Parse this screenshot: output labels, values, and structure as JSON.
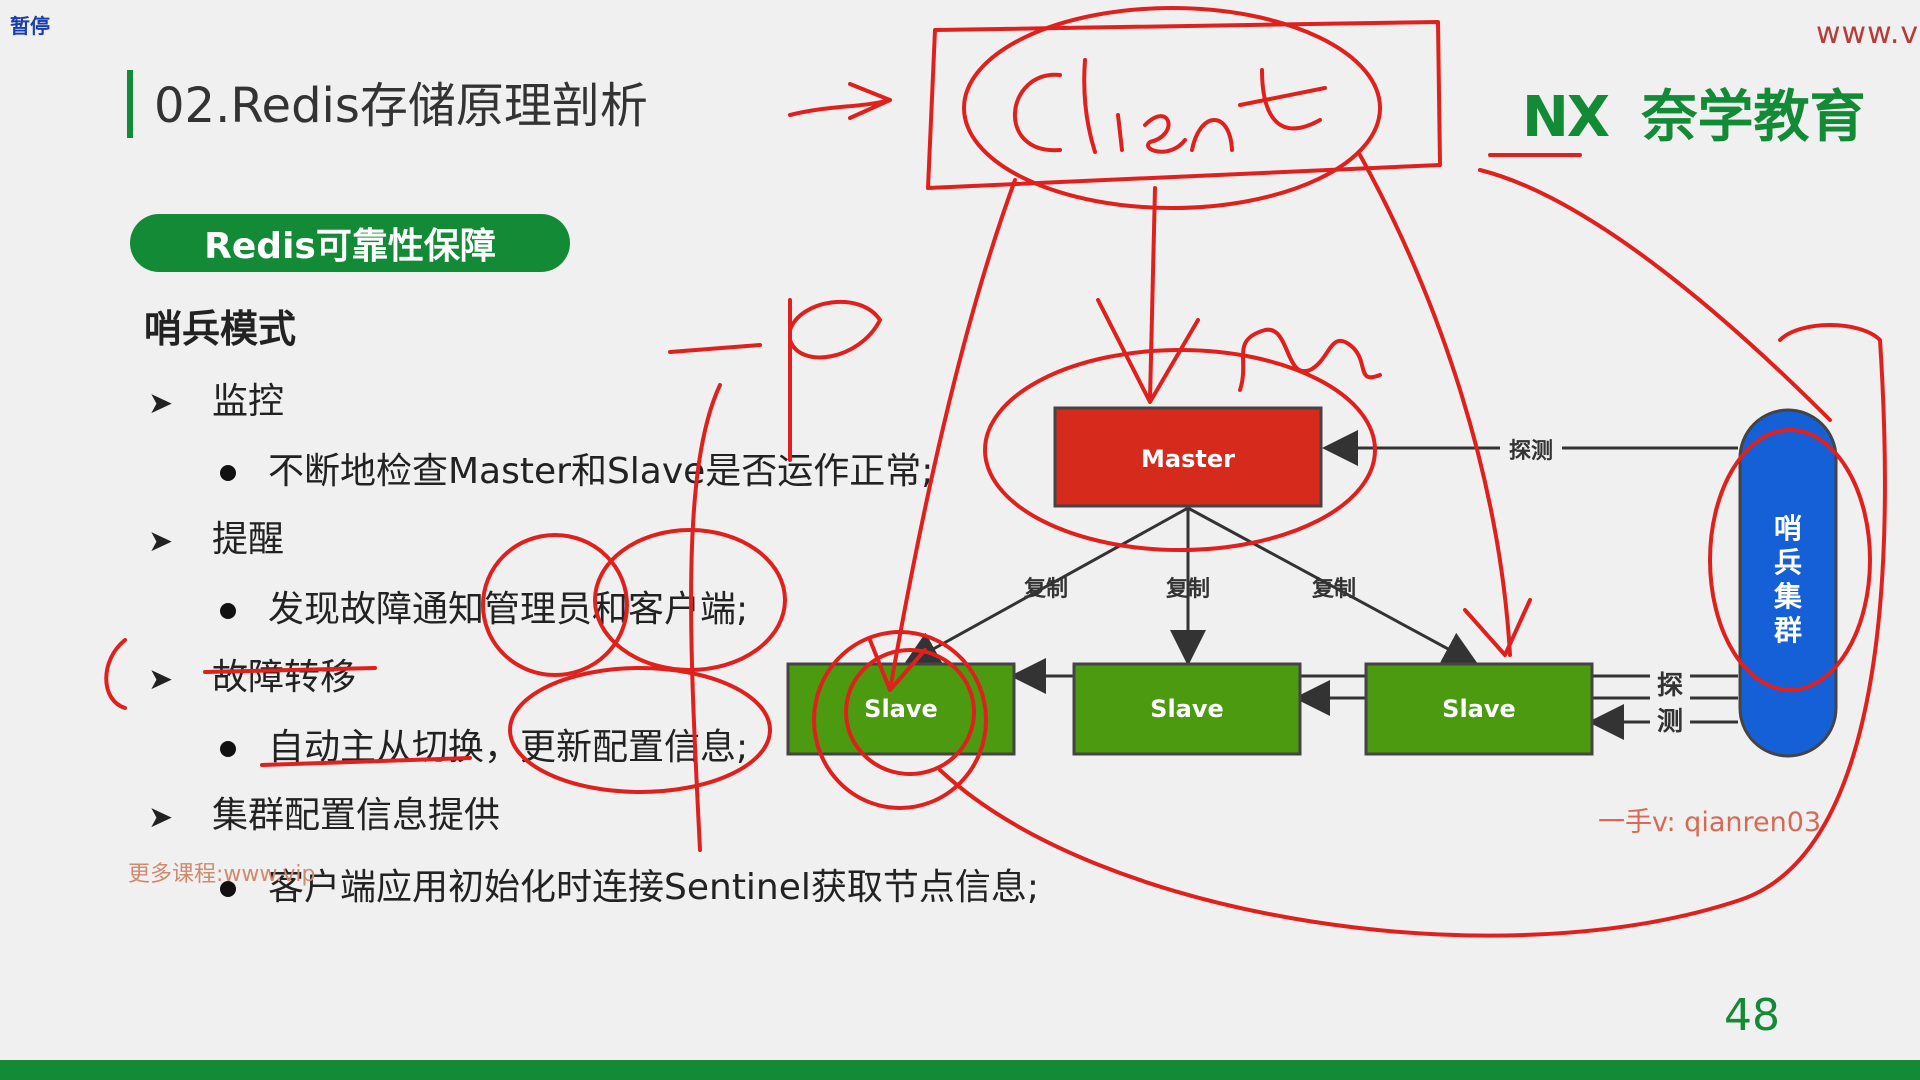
{
  "overlay": {
    "pause_label": "暂停",
    "url_fragment": "www.vi"
  },
  "header": {
    "title": "02.Redis存储原理剖析",
    "brand_mark": "NX",
    "brand_name": "奈学教育"
  },
  "section_pill": "Redis可靠性保障",
  "heading": "哨兵模式",
  "items": [
    {
      "label": "监控",
      "detail": "不断地检查Master和Slave是否运作正常;"
    },
    {
      "label": "提醒",
      "detail": "发现故障通知管理员和客户端;"
    },
    {
      "label": "故障转移",
      "detail": "自动主从切换，更新配置信息;"
    },
    {
      "label": "集群配置信息提供",
      "detail": "客户端应用初始化时连接Sentinel获取节点信息;"
    }
  ],
  "diagram": {
    "master": "Master",
    "slaves": [
      "Slave",
      "Slave",
      "Slave"
    ],
    "replicate_labels": [
      "复制",
      "复制",
      "复制"
    ],
    "probe_label": "探测",
    "probe_label_vertical": [
      "探",
      "测"
    ],
    "sentinel_chars": [
      "哨",
      "兵",
      "集",
      "群"
    ]
  },
  "watermarks": {
    "left": "更多课程:www.vip",
    "right": "一手v: qianren03"
  },
  "page_number": "48",
  "colors": {
    "brand_green": "#138a36",
    "master_red": "#d62a1c",
    "slave_green": "#4c9a10",
    "sentinel_blue": "#1560d6",
    "ink_red": "#e0201c"
  }
}
